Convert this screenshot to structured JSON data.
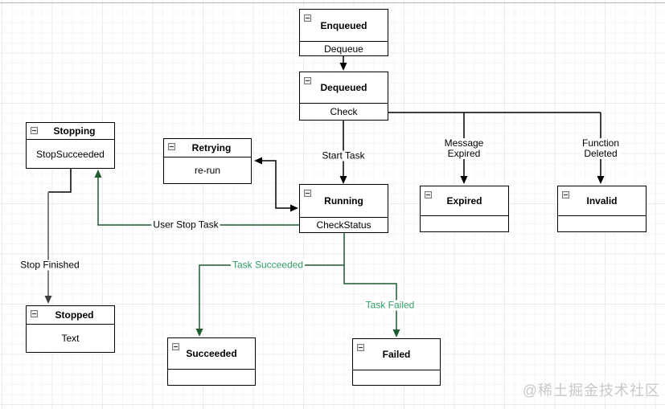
{
  "diagram": {
    "nodes": {
      "enqueued": {
        "title": "Enqueued",
        "row": "Dequeue"
      },
      "dequeued": {
        "title": "Dequeued",
        "row": "Check"
      },
      "stopping": {
        "title": "Stopping",
        "row": "StopSucceeded"
      },
      "retrying": {
        "title": "Retrying",
        "row": "re-run"
      },
      "running": {
        "title": "Running",
        "row": "CheckStatus"
      },
      "expired": {
        "title": "Expired",
        "row": ""
      },
      "invalid": {
        "title": "Invalid",
        "row": ""
      },
      "stopped": {
        "title": "Stopped",
        "row": "Text"
      },
      "succeeded": {
        "title": "Succeeded",
        "row": ""
      },
      "failed": {
        "title": "Failed",
        "row": ""
      }
    },
    "edge_labels": {
      "start_task": "Start Task",
      "message_expired_line1": "Message",
      "message_expired_line2": "Expired",
      "function_deleted_line1": "Function",
      "function_deleted_line2": "Deleted",
      "user_stop_task": "User Stop Task",
      "stop_finished": "Stop Finished",
      "task_succeeded": "Task Succeeded",
      "task_failed": "Task Failed"
    },
    "colors": {
      "edge_black": "#000000",
      "edge_green": "#1e5b2e",
      "label_green": "#2f9e63",
      "edge_gray": "#808080",
      "box_border": "#000000",
      "box_fill": "#ffffff"
    },
    "icons": {
      "collapse": "collapse-minus-icon"
    }
  },
  "watermark": {
    "text": "@稀土掘金技术社区"
  }
}
